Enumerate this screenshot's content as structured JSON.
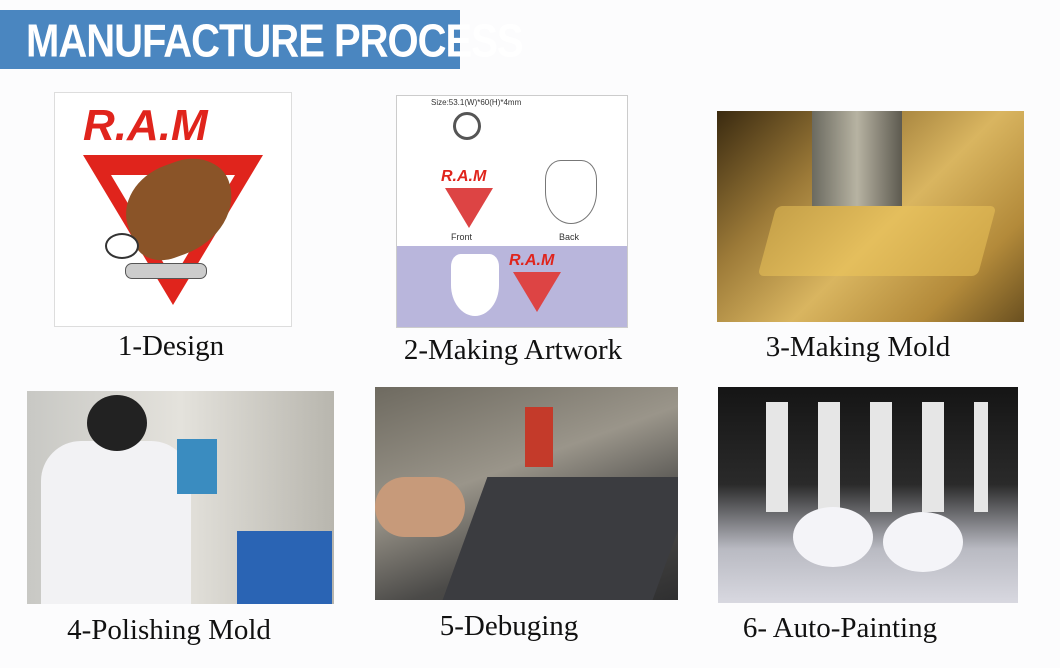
{
  "header": {
    "title": "MANUFACTURE PROCESS",
    "color": "#4a86c0"
  },
  "steps": [
    {
      "caption": "1-Design",
      "logo_text": "R.A.M"
    },
    {
      "caption": "2-Making Artwork",
      "size_text": "Size:53.1(W)*60(H)*4mm",
      "front_label": "Front",
      "back_label": "Back",
      "logo_text": "R.A.M"
    },
    {
      "caption": "3-Making Mold"
    },
    {
      "caption": "4-Polishing Mold"
    },
    {
      "caption": "5-Debuging"
    },
    {
      "caption": "6- Auto-Painting"
    }
  ]
}
